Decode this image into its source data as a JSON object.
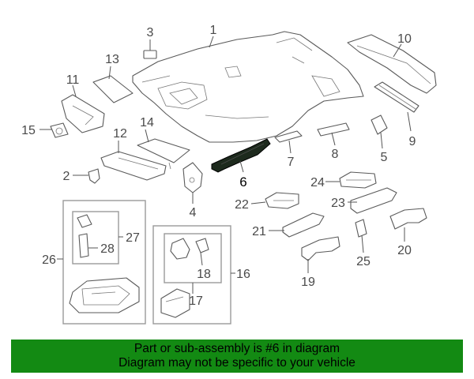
{
  "callouts": {
    "c1": "1",
    "c2": "2",
    "c3": "3",
    "c4": "4",
    "c5": "5",
    "c6": "6",
    "c7": "7",
    "c8": "8",
    "c9": "9",
    "c10": "10",
    "c11": "11",
    "c12": "12",
    "c13": "13",
    "c14": "14",
    "c15": "15",
    "c16": "16",
    "c17": "17",
    "c18": "18",
    "c19": "19",
    "c20": "20",
    "c21": "21",
    "c22": "22",
    "c23": "23",
    "c24": "24",
    "c25": "25",
    "c26": "26",
    "c27": "27",
    "c28": "28"
  },
  "highlighted_part": "6",
  "banner": {
    "line1": "Part or sub-assembly is #6 in diagram",
    "line2": "Diagram may not be specific to your vehicle",
    "background": "#138a13"
  }
}
